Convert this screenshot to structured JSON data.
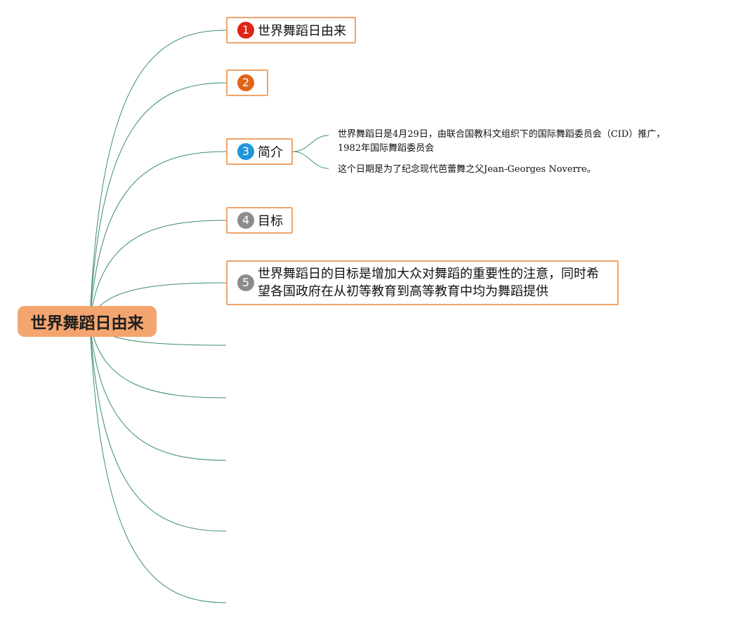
{
  "root": {
    "label": "世界舞蹈日由来",
    "color": "#f4a46e"
  },
  "branch_line_color": "#3c8c6c",
  "topics": [
    {
      "number": "1",
      "label": "世界舞蹈日由来",
      "badge_color": "#e02418"
    },
    {
      "number": "2",
      "label": "",
      "badge_color": "#e0641a"
    },
    {
      "number": "3",
      "label": "简介",
      "badge_color": "#1f97d8"
    },
    {
      "number": "4",
      "label": "目标",
      "badge_color": "#8c8c8c"
    },
    {
      "number": "5",
      "label": "世界舞蹈日的目标是增加大众对舞蹈的重要性的注意，同时希望各国政府在从初等教育到高等教育中均为舞蹈提供",
      "badge_color": "#8c8c8c"
    }
  ],
  "intro_subtopics": [
    {
      "line1": "世界舞蹈日是4月29日，由联合国教科文组织下的国际舞蹈委员会（CID）推广，",
      "line2": "1982年国际舞蹈委员会"
    },
    {
      "line1": "这个日期是为了纪念现代芭蕾舞之父Jean-Georges Noverre。"
    }
  ],
  "empty_branch_count": 5
}
